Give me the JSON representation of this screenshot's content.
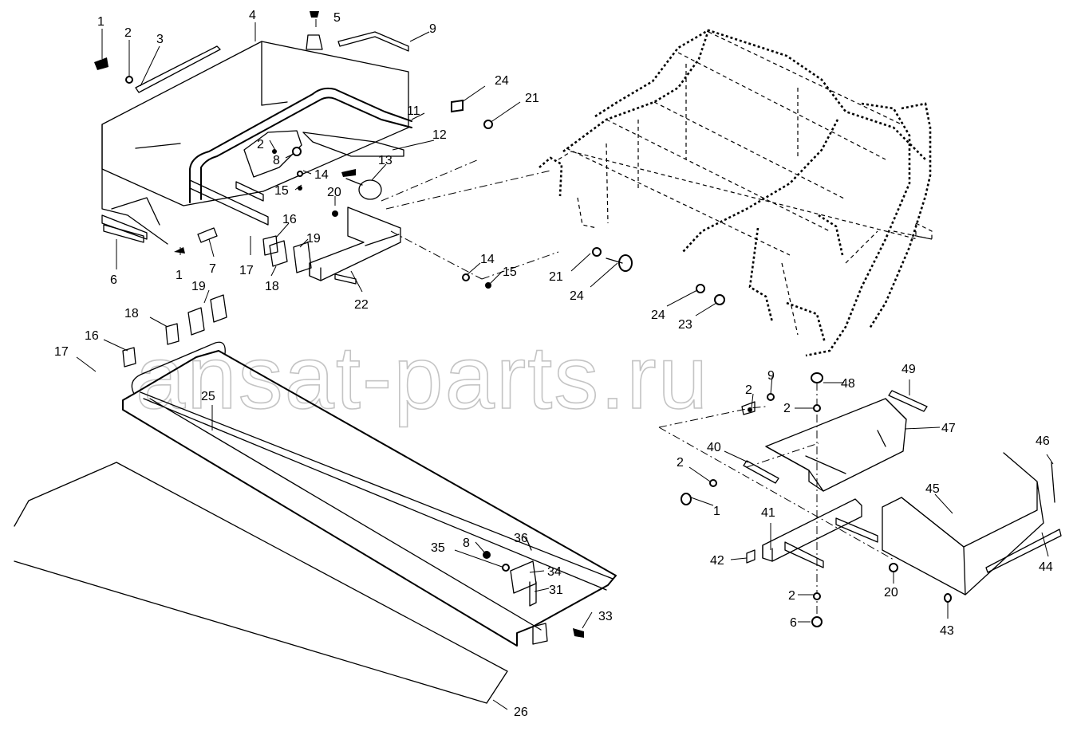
{
  "watermark": "ansat-parts.ru",
  "callouts": [
    {
      "id": "c1a",
      "text": "1"
    },
    {
      "id": "c2a",
      "text": "2"
    },
    {
      "id": "c3",
      "text": "3"
    },
    {
      "id": "c4",
      "text": "4"
    },
    {
      "id": "c5",
      "text": "5"
    },
    {
      "id": "c9a",
      "text": "9"
    },
    {
      "id": "c24a",
      "text": "24"
    },
    {
      "id": "c21a",
      "text": "21"
    },
    {
      "id": "c11",
      "text": "11"
    },
    {
      "id": "c12",
      "text": "12"
    },
    {
      "id": "c13",
      "text": "13"
    },
    {
      "id": "c2b",
      "text": "2"
    },
    {
      "id": "c8a",
      "text": "8"
    },
    {
      "id": "c14a",
      "text": "14"
    },
    {
      "id": "c15a",
      "text": "15"
    },
    {
      "id": "c20a",
      "text": "20"
    },
    {
      "id": "c16a",
      "text": "16"
    },
    {
      "id": "c19a",
      "text": "19"
    },
    {
      "id": "c17a",
      "text": "17"
    },
    {
      "id": "c18a",
      "text": "18"
    },
    {
      "id": "c1b",
      "text": "1"
    },
    {
      "id": "c7",
      "text": "7"
    },
    {
      "id": "c6a",
      "text": "6"
    },
    {
      "id": "c22",
      "text": "22"
    },
    {
      "id": "c14b",
      "text": "14"
    },
    {
      "id": "c15b",
      "text": "15"
    },
    {
      "id": "c21b",
      "text": "21"
    },
    {
      "id": "c24b",
      "text": "24"
    },
    {
      "id": "c24c",
      "text": "24"
    },
    {
      "id": "c23",
      "text": "23"
    },
    {
      "id": "c19b",
      "text": "19"
    },
    {
      "id": "c18b",
      "text": "18"
    },
    {
      "id": "c16b",
      "text": "16"
    },
    {
      "id": "c17b",
      "text": "17"
    },
    {
      "id": "c25",
      "text": "25"
    },
    {
      "id": "c9b",
      "text": "9"
    },
    {
      "id": "c2c",
      "text": "2"
    },
    {
      "id": "c48",
      "text": "48"
    },
    {
      "id": "c49",
      "text": "49"
    },
    {
      "id": "c2d",
      "text": "2"
    },
    {
      "id": "c47",
      "text": "47"
    },
    {
      "id": "c40",
      "text": "40"
    },
    {
      "id": "c2e",
      "text": "2"
    },
    {
      "id": "c1c",
      "text": "1"
    },
    {
      "id": "c46",
      "text": "46"
    },
    {
      "id": "c45",
      "text": "45"
    },
    {
      "id": "c41",
      "text": "41"
    },
    {
      "id": "c42",
      "text": "42"
    },
    {
      "id": "c20b",
      "text": "20"
    },
    {
      "id": "c44",
      "text": "44"
    },
    {
      "id": "c2f",
      "text": "2"
    },
    {
      "id": "c6b",
      "text": "6"
    },
    {
      "id": "c43",
      "text": "43"
    },
    {
      "id": "c36",
      "text": "36"
    },
    {
      "id": "c35",
      "text": "35"
    },
    {
      "id": "c8b",
      "text": "8"
    },
    {
      "id": "c34",
      "text": "34"
    },
    {
      "id": "c31",
      "text": "31"
    },
    {
      "id": "c33",
      "text": "33"
    },
    {
      "id": "c26",
      "text": "26"
    }
  ]
}
